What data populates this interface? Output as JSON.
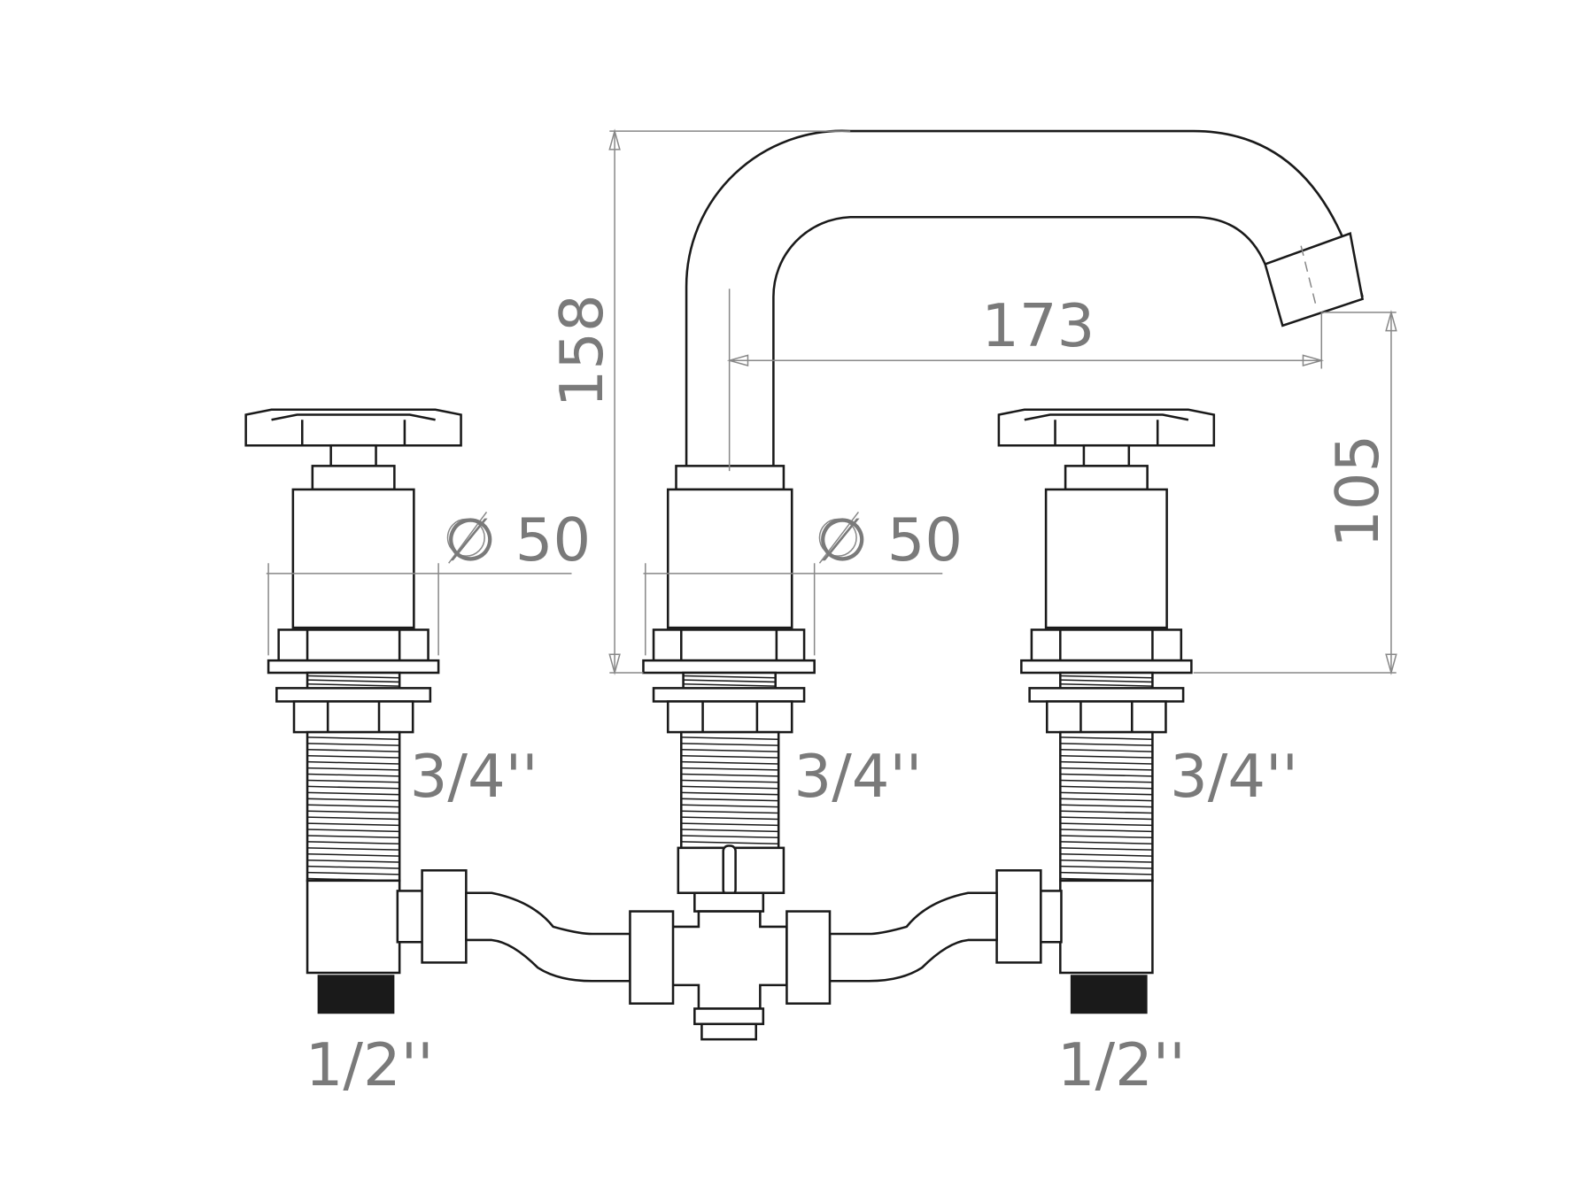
{
  "dimensions": {
    "height_total": "158",
    "spout_reach": "173",
    "spout_height": "105",
    "diameter_left": "∅ 50",
    "diameter_center": "∅ 50"
  },
  "connections": {
    "shank_left": "3/4''",
    "shank_center": "3/4''",
    "shank_right": "3/4''",
    "inlet_left": "1/2''",
    "inlet_right": "1/2''"
  },
  "colors": {
    "drawing": "#1a1a1a",
    "dimension": "#888888",
    "label": "#7a7a7a"
  }
}
